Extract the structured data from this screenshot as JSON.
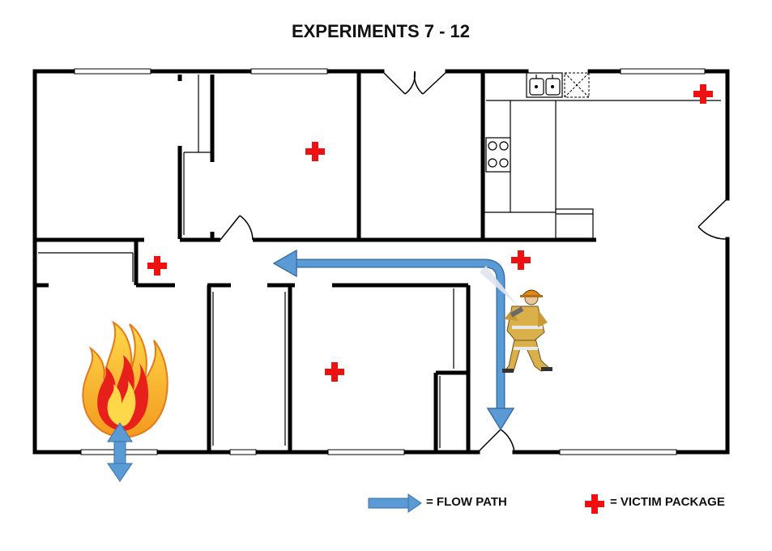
{
  "title": "EXPERIMENTS 7 - 12",
  "legend": {
    "flow_path_label": "= FLOW PATH",
    "victim_label": "= VICTIM PACKAGE"
  },
  "colors": {
    "flow_arrow": "#5b9bd5",
    "victim_cross": "#ee1111",
    "wall": "#000000",
    "fire_outer": "#f6a623",
    "fire_inner": "#e8201b",
    "fire_core": "#ffd84a"
  },
  "icons": [
    "fire-icon",
    "firefighter-icon",
    "victim-cross-icon",
    "flow-arrow-icon"
  ]
}
